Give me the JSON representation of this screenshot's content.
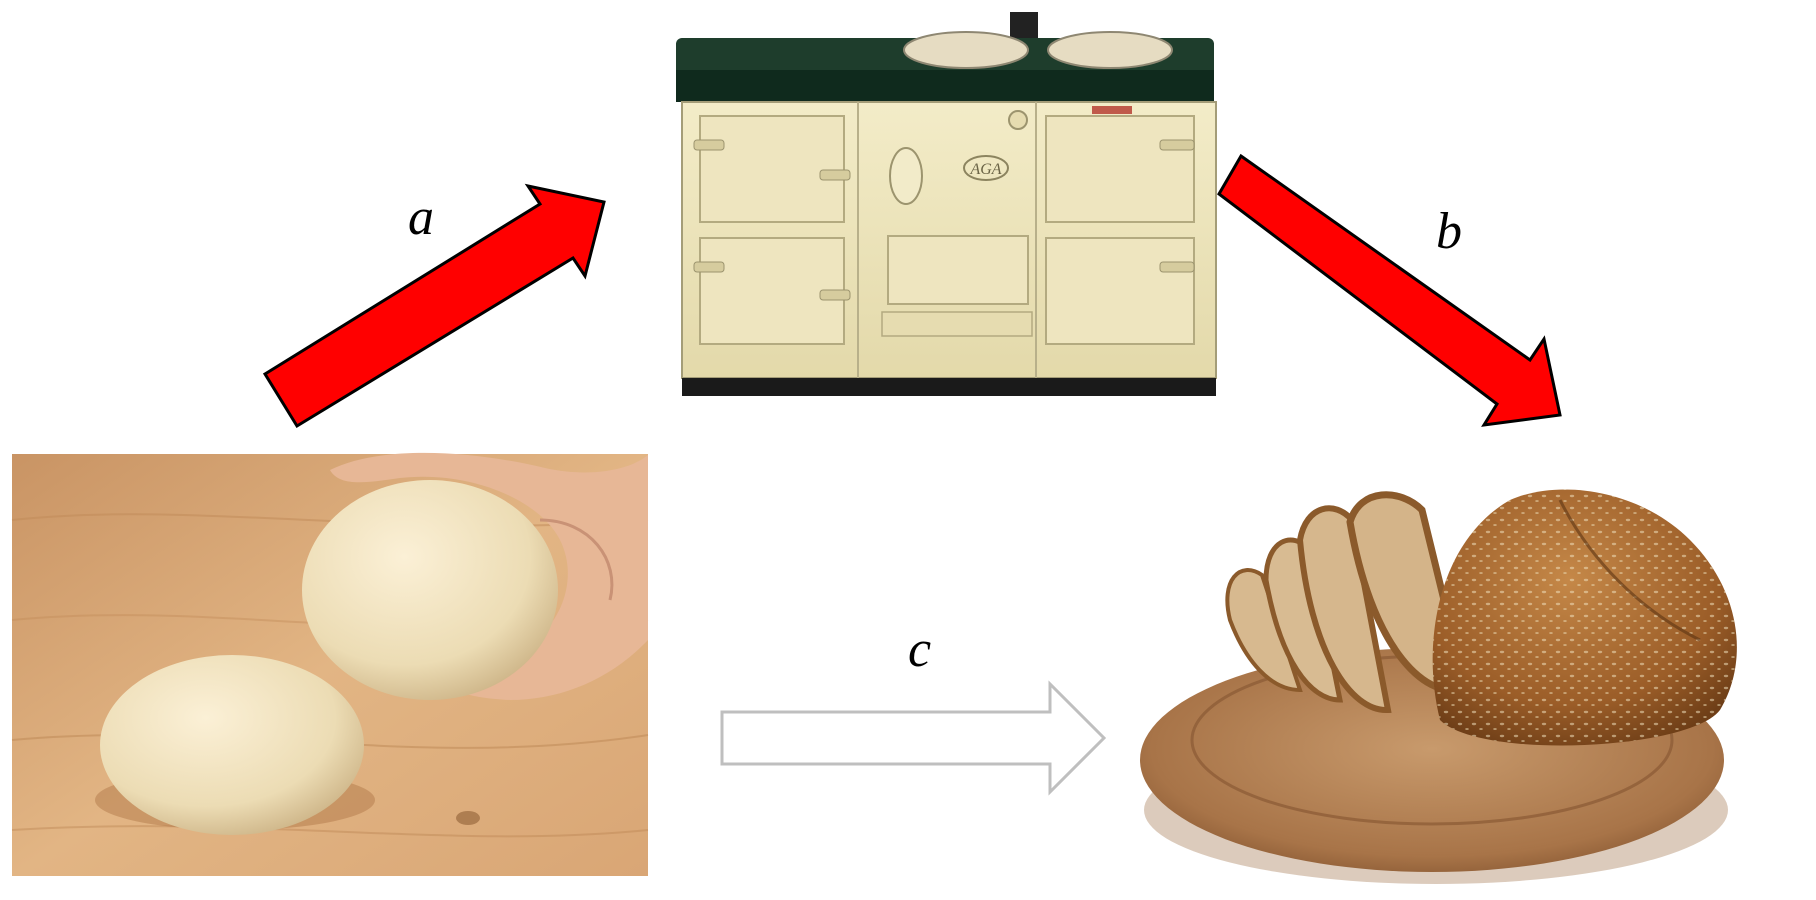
{
  "diagram": {
    "labels": {
      "a": "a",
      "b": "b",
      "c": "c"
    },
    "nodes": [
      {
        "id": "dough",
        "image": "dough-balls-on-wooden-table"
      },
      {
        "id": "oven",
        "image": "cream-range-cooker-oven",
        "emblem": "AGA"
      },
      {
        "id": "bread",
        "image": "sliced-seeded-bread-loaf-on-board"
      }
    ],
    "edges": [
      {
        "from": "dough",
        "to": "oven",
        "label": "a",
        "style": "solid",
        "fill": "#ff0000",
        "stroke": "#000000"
      },
      {
        "from": "oven",
        "to": "bread",
        "label": "b",
        "style": "solid",
        "fill": "#ff0000",
        "stroke": "#000000"
      },
      {
        "from": "dough",
        "to": "bread",
        "label": "c",
        "style": "outline",
        "fill": "#ffffff",
        "stroke": "#bfbfbf"
      }
    ]
  }
}
